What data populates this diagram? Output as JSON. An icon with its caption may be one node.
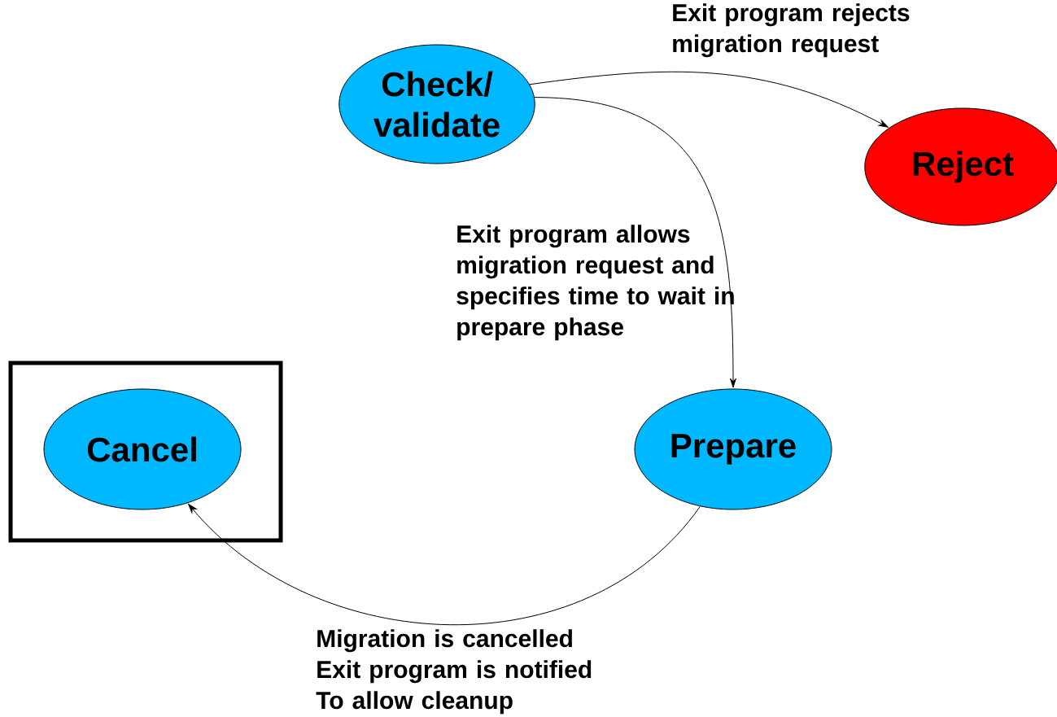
{
  "diagram": {
    "nodes": [
      {
        "text": [
          "Check/ validate"
        ]
      },
      {
        "text": [
          "Reject"
        ]
      },
      {
        "text": [
          "Prepare"
        ]
      },
      {
        "text": [],
        "shape": "box"
      },
      {
        "text": [
          "Cancel"
        ],
        "in": 3
      }
    ],
    "edges": [
      {
        "from": 0,
        "to": 1,
        "arrow": "to",
        "label": "Exit program rejects migration request"
      },
      {
        "from": 0,
        "to": 2,
        "arrow": "to",
        "label": "Exit program allows migration request and specifies time to wait in prepare phase"
      },
      {
        "from": 2,
        "to": 4,
        "arrow": "to",
        "label": "Migration is cancelled Exit program is notified To allow cleanup"
      }
    ]
  }
}
